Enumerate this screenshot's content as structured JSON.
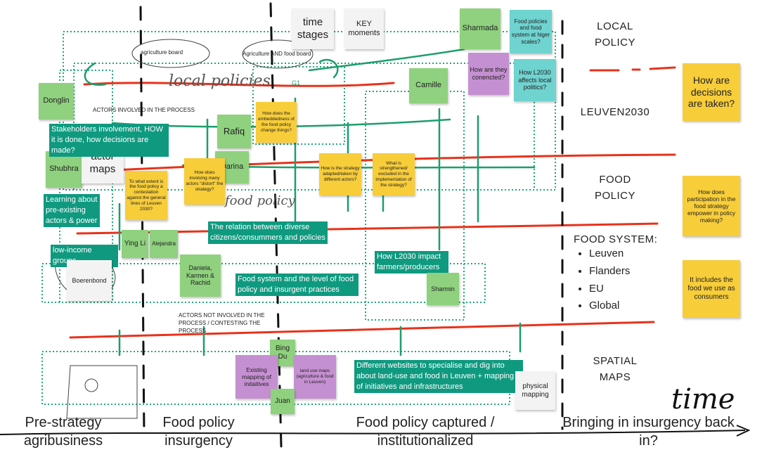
{
  "header": {
    "time_stages": "time stages",
    "key_moments": "KEY moments"
  },
  "notes": {
    "sharmada": "Sharmada",
    "food_policies_higher": "Food policies and food system at higer scales?",
    "how_connected": "How are they conencted?",
    "l2030_local": "How L2030 affects local politics?",
    "camille": "Camille",
    "donglin": "Donglin",
    "rafiq": "Rafiq",
    "darina": "Darina",
    "shubhra": "Shubhra",
    "ying_li": "Ying Li",
    "alejandra": "Alejandra",
    "daniela": "Daniela, Karmen & Rachid",
    "sharmin": "Sharmin",
    "bing_du": "Bing Du",
    "juan": "Juan",
    "boerenbond": "Boerenbond",
    "physical_mapping": "physical mapping",
    "embeddedness": "How does the embeddedness of the food policy change things?",
    "extent": "To what extent is the food policy a contestation against the general lines of Leuven 2030?",
    "involving": "How does involving many actors \"distort\" the strategy?",
    "adapted": "How is the strategy adapted/taken by different actors?",
    "strengthened": "What is strengthened/ excluded in the implementation of the strategy?",
    "existing_mapping": "Existing mapping of initaitives",
    "land_use_maps": "land use maps (agriculture & food in Leuven)",
    "decisions": "How are decisions are taken?",
    "participation": "How does participation in the food strategy empower in policy making?",
    "includes_food": "It includes the food we use as consumers"
  },
  "bands": {
    "stakeholders": "Stakeholders involvement, HOW it is done, how decisions are made?",
    "learning": "Learning about pre-existing actors & power",
    "low_income": "low-income groups",
    "relation": "The relation between diverse citizens/consummers and policies",
    "food_system_level": "Food system and the level of food policy and insurgent practices",
    "l2030_impact": "How L2030 impact farmers/producers",
    "websites": "Different websites to specialise and dig into about land-use and food in Leuven + mapping of initiatives and infrastructures"
  },
  "labels": {
    "actor_maps": "actor maps",
    "actors_involved": "ACTORS INVOLVED IN THE PROCESS",
    "actors_not_involved": "ACTORS NOT INVOLVED IN THE PROCESS / CONTESTING THE PROCESS",
    "agriculture_board": "agriculture board",
    "agri_food_board": "Agriculture AND food board",
    "g1": "G1",
    "local_policies_scrawl": "local policies",
    "food_policy_scrawl": "food policy",
    "time_scrawl": "time"
  },
  "layers": {
    "local_policy": "LOCAL POLICY",
    "leuven2030": "LEUVEN2030",
    "food_policy": "FOOD POLICY",
    "food_system": "FOOD SYSTEM:",
    "food_system_items": [
      "Leuven",
      "Flanders",
      "EU",
      "Global"
    ],
    "spatial_maps": "SPATIAL MAPS"
  },
  "stages": {
    "pre_strategy": "Pre-strategy agribusiness",
    "insurgency": "Food policy insurgency",
    "captured": "Food policy captured / institutionalized",
    "bringing": "Bringing in insurgency back in?"
  },
  "colors": {
    "note_green": "#8fd17e",
    "note_yellow": "#f7cd3a",
    "note_purple": "#c590d1",
    "note_teal": "#6fd3d0",
    "band_teal": "#0f9a80",
    "red_line": "#e8321c",
    "arrow_green": "#1c9e6c"
  }
}
